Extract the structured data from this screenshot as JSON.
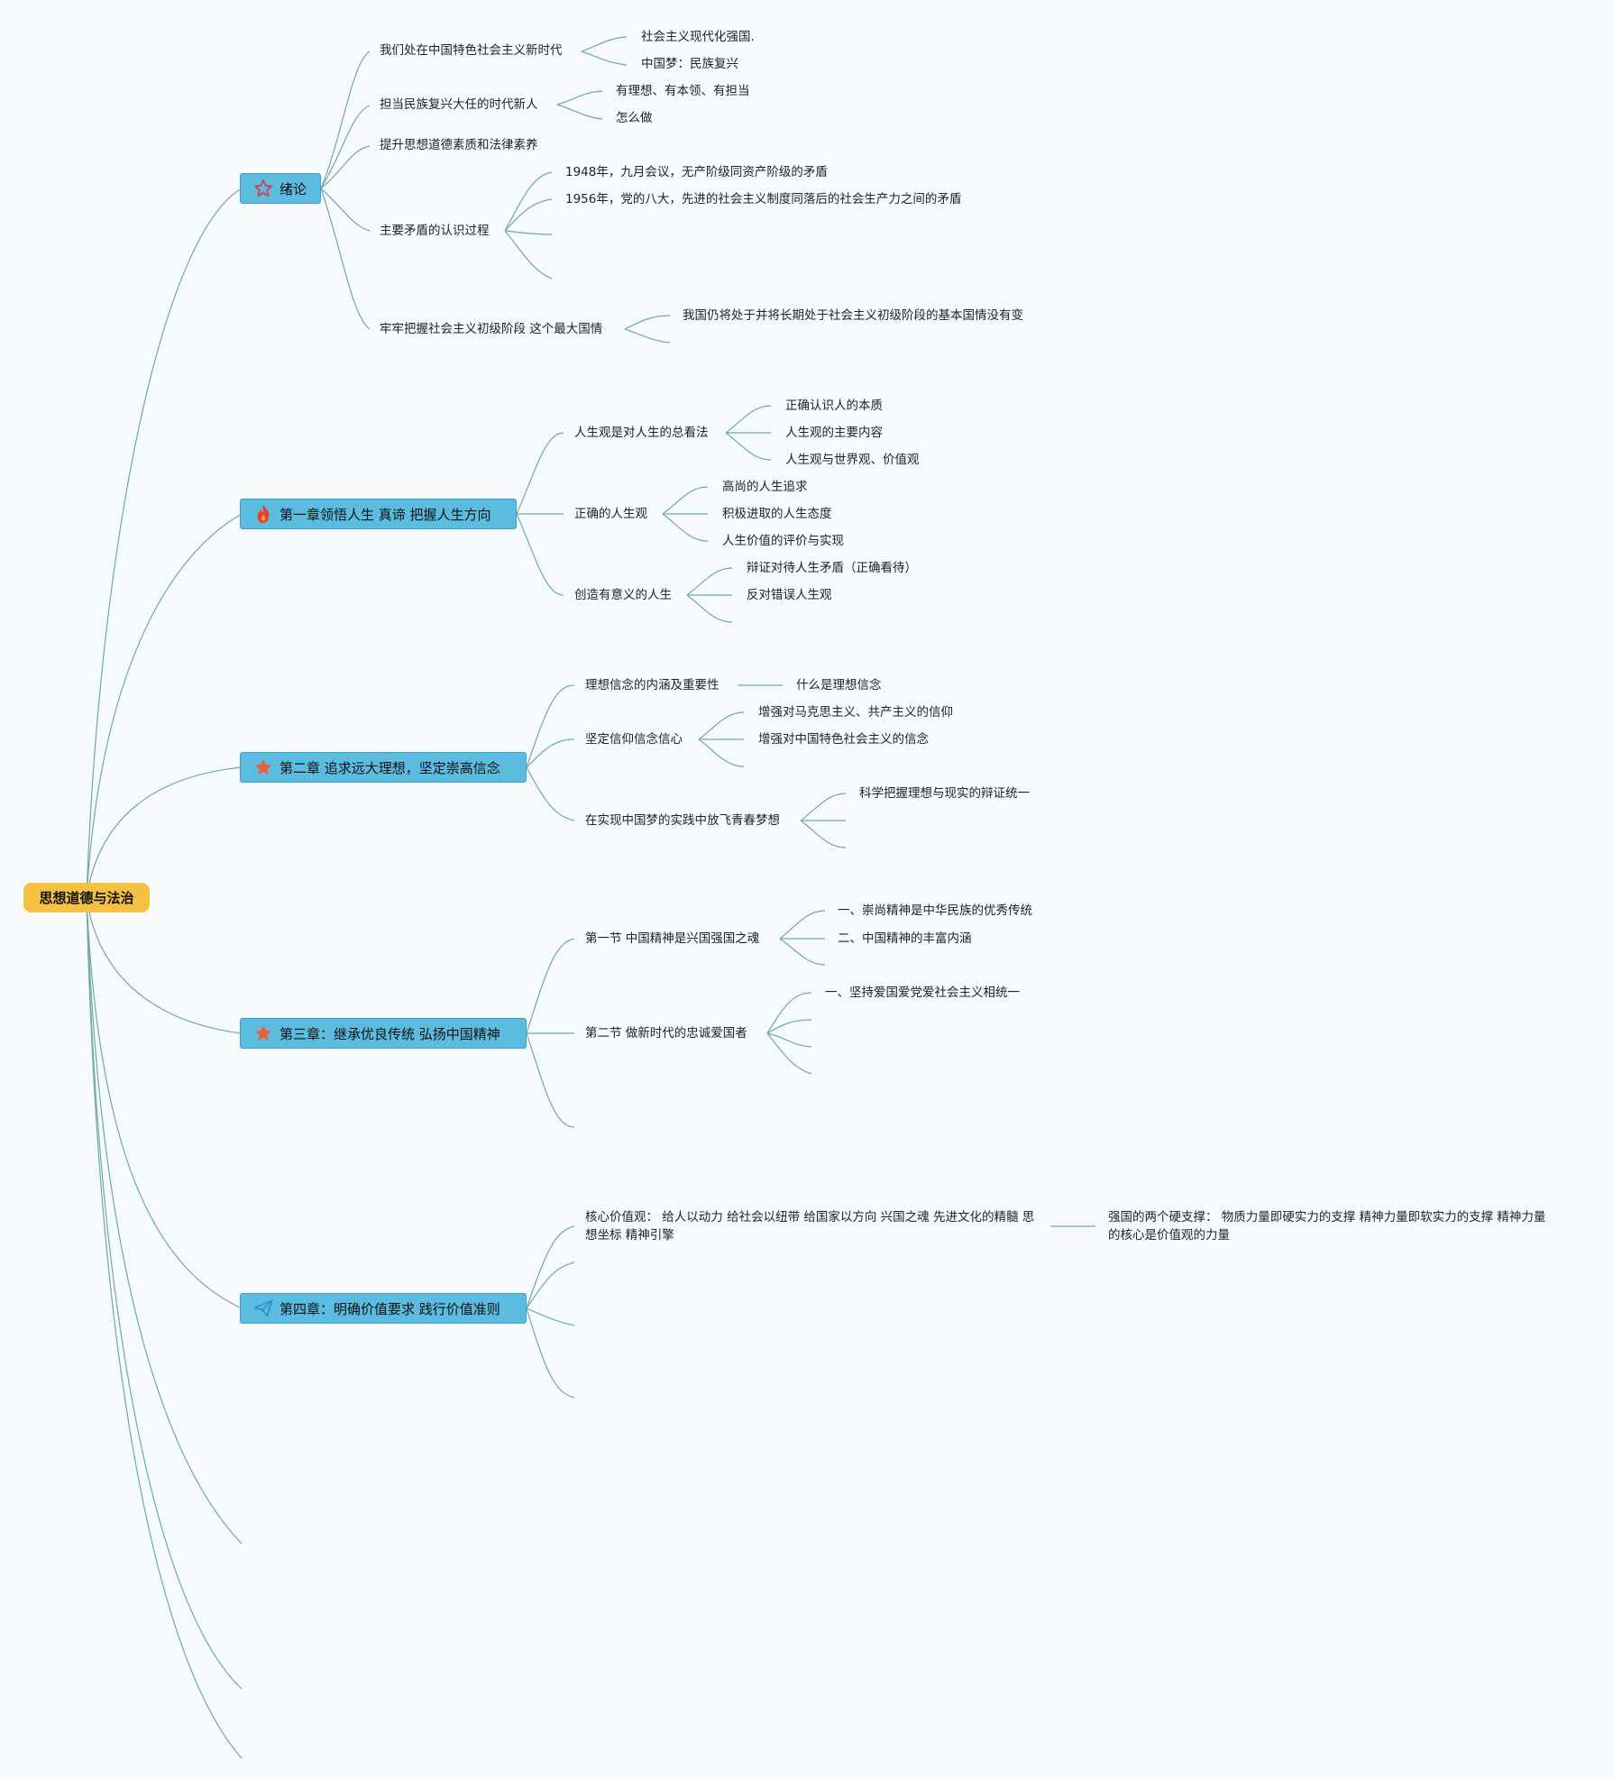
{
  "colors": {
    "line": "#6fa9a3",
    "root_bg": "#f5c142",
    "chapter_bg": "#5bbcdf",
    "background": "#f7fafd"
  },
  "root": {
    "label": "思想道德与法治"
  },
  "chapters": [
    {
      "label": "绪论",
      "icon": "star-outline-icon"
    },
    {
      "label": "第一章领悟人生 真谛 把握人生方向",
      "icon": "fire-icon"
    },
    {
      "label": "第二章 追求远大理想，坚定崇高信念",
      "icon": "star-icon"
    },
    {
      "label": "第三章：继承优良传统 弘扬中国精神",
      "icon": "star-icon"
    },
    {
      "label": "第四章：明确价值要求 践行价值准则",
      "icon": "paper-plane-icon"
    }
  ],
  "intro": {
    "n1": "我们处在中国特色社会主义新时代",
    "n1a": "社会主义现代化强国.",
    "n1b": "中国梦：民族复兴",
    "n2": "担当民族复兴大任的时代新人",
    "n2a": "有理想、有本领、有担当",
    "n2b": "怎么做",
    "n3": "提升思想道德素质和法律素养",
    "n4": "主要矛盾的认识过程",
    "n4a": "1948年，九月会议，无产阶级同资产阶级的矛盾",
    "n4b": "1956年，党的八大，先进的社会主义制度同落后的社会生产力之间的矛盾",
    "n5": "牢牢把握社会主义初级阶段 这个最大国情",
    "n5a": "我国仍将处于并将长期处于社会主义初级阶段的基本国情没有变"
  },
  "ch1": {
    "n1": "人生观是对人生的总看法",
    "n1a": "正确认识人的本质",
    "n1b": "人生观的主要内容",
    "n1c": "人生观与世界观、价值观",
    "n2": "正确的人生观",
    "n2a": "高尚的人生追求",
    "n2b": "积极进取的人生态度",
    "n2c": "人生价值的评价与实现",
    "n3": "创造有意义的人生",
    "n3a": "辩证对待人生矛盾（正确看待）",
    "n3b": "反对错误人生观"
  },
  "ch2": {
    "n1": "理想信念的内涵及重要性",
    "n1a": "什么是理想信念",
    "n2": "坚定信仰信念信心",
    "n2a": "增强对马克思主义、共产主义的信仰",
    "n2b": "增强对中国特色社会主义的信念",
    "n3": "在实现中国梦的实践中放飞青春梦想",
    "n3a": "科学把握理想与现实的辩证统一"
  },
  "ch3": {
    "n1": "第一节 中国精神是兴国强国之魂",
    "n1a": "一、崇尚精神是中华民族的优秀传统",
    "n1b": "二、中国精神的丰富内涵",
    "n2": "第二节 做新时代的忠诚爱国者",
    "n2a": "一、坚持爱国爱党爱社会主义相统一"
  },
  "ch4": {
    "n1": "核心价值观： 给人以动力 给社会以纽带 给国家以方向 兴国之魂 先进文化的精髓 思想坐标 精神引擎",
    "n1a": "强国的两个硬支撑： 物质力量即硬实力的支撑 精神力量即软实力的支撑 精神力量的核心是价值观的力量"
  }
}
